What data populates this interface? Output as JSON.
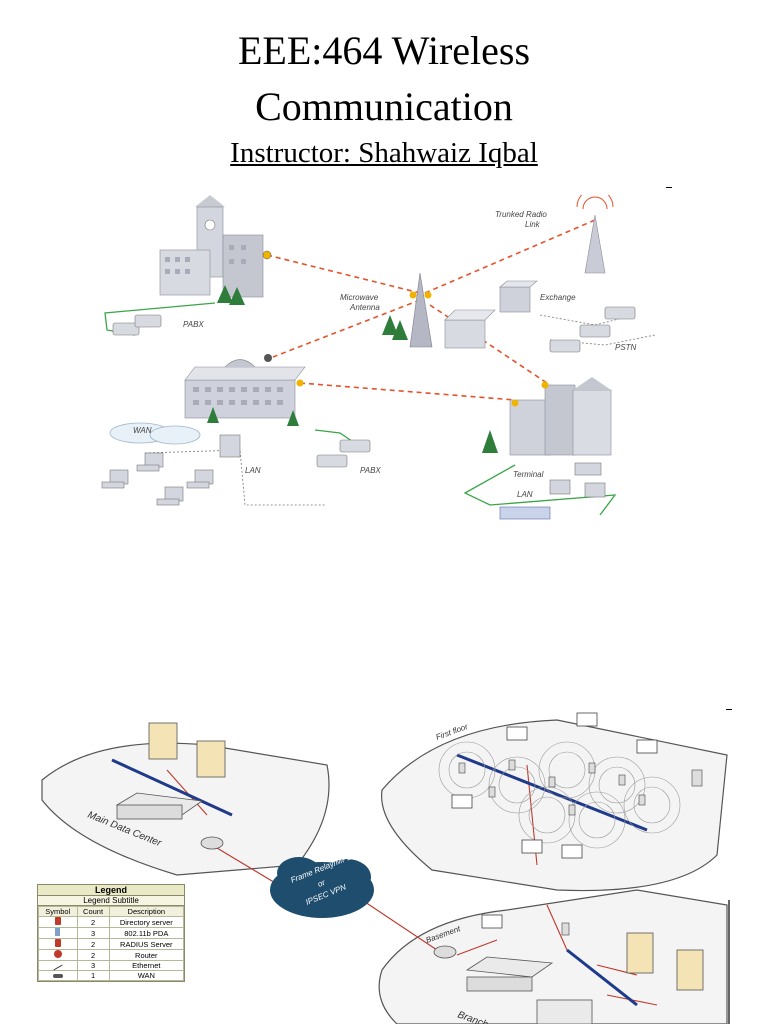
{
  "header": {
    "title_line1": "EEE:464 Wireless",
    "title_line2": "Communication",
    "instructor": "Instructor: Shahwaiz Iqbal"
  },
  "diagram1": {
    "labels": {
      "trunked_radio": [
        "Trunked Radio",
        "Link"
      ],
      "microwave": [
        "Microwave",
        "Antenna"
      ],
      "exchange": "Exchange",
      "pabx_top": "PABX",
      "pstn": "PSTN",
      "wan": "WAN",
      "lan_left": "LAN",
      "pabx_bottom": "PABX",
      "terminal": "Terminal",
      "lan_right": "LAN"
    },
    "link_color": "#e5532a"
  },
  "diagram2": {
    "labels": {
      "main_dc": "Main Data Center",
      "first_floor": "First floor",
      "cloud": [
        "Frame Relay/MPLS",
        "or",
        "IPSEC VPN"
      ],
      "basement": "Basement",
      "branch": "Branch off"
    },
    "legend": {
      "title": "Legend",
      "subtitle": "Legend Subtitle",
      "headers": [
        "Symbol",
        "Count",
        "Description"
      ],
      "rows": [
        {
          "symbol": "server-icon",
          "count": "2",
          "description": "Directory server"
        },
        {
          "symbol": "pda-icon",
          "count": "3",
          "description": "802.11b PDA"
        },
        {
          "symbol": "server-icon",
          "count": "2",
          "description": "RADIUS Server"
        },
        {
          "symbol": "router-icon",
          "count": "2",
          "description": "Router"
        },
        {
          "symbol": "ethernet-icon",
          "count": "3",
          "description": "Ethernet"
        },
        {
          "symbol": "wan-icon",
          "count": "1",
          "description": "WAN"
        }
      ]
    },
    "cloud_color": "#1f4d6e",
    "link_color": "#c0392b"
  }
}
